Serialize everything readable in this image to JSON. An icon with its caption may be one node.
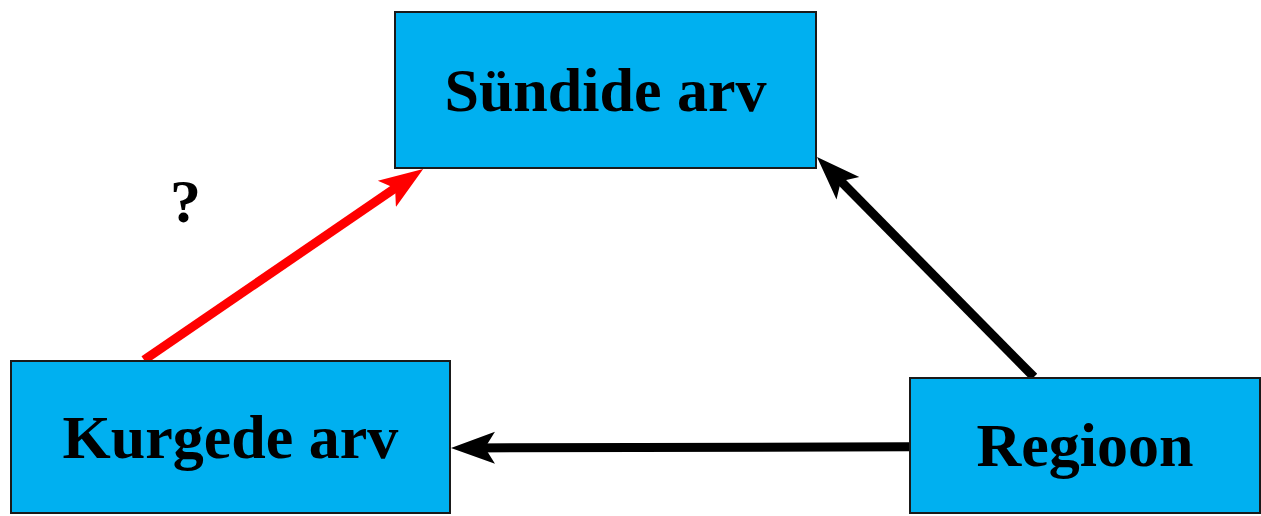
{
  "diagram": {
    "nodes": [
      {
        "text": [
          "Sündide arv"
        ]
      },
      {
        "text": [
          "Kurgede arv"
        ]
      },
      {
        "text": [
          "Regioon"
        ]
      }
    ],
    "edges": [
      {
        "from": 1,
        "to": 0,
        "arrow": "to",
        "label": "?",
        "color": "#ff0000"
      },
      {
        "from": 2,
        "to": 0,
        "arrow": "to"
      },
      {
        "from": 2,
        "to": 1,
        "arrow": "to"
      }
    ]
  }
}
